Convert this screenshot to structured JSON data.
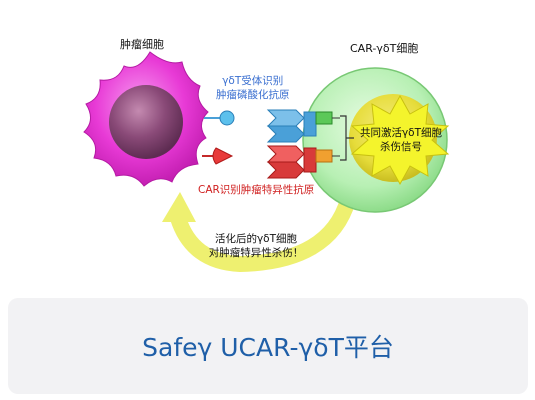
{
  "diagram": {
    "tumor_cell_label": "肿瘤细胞",
    "car_t_cell_label": "CAR-γδT细胞",
    "tcr_label_line1": "γδT受体识别",
    "tcr_label_line2": "肿瘤磷酸化抗原",
    "car_label": "CAR识别肿瘤特异性抗原",
    "signal_label_line1": "共同激活γδT细胞",
    "signal_label_line2": "杀伤信号",
    "kill_label_line1": "活化后的γδT细胞",
    "kill_label_line2": "对肿瘤特异性杀伤！"
  },
  "footer": {
    "title": "Safeγ UCAR-γδT平台"
  },
  "colors": {
    "tumor": "#e83ad6",
    "nucleus": "#8a4a78",
    "t_cell": "#b8f0b4",
    "t_cell_nucleus": "#e6dc3a",
    "star": "#f4f42c",
    "tcr_receptor": "#4aa0d8",
    "car_receptor": "#d83a3a",
    "arrow": "#eef070",
    "blue_text": "#3a6fd0",
    "red_text": "#d02020",
    "footer_title": "#1f5fa8"
  }
}
